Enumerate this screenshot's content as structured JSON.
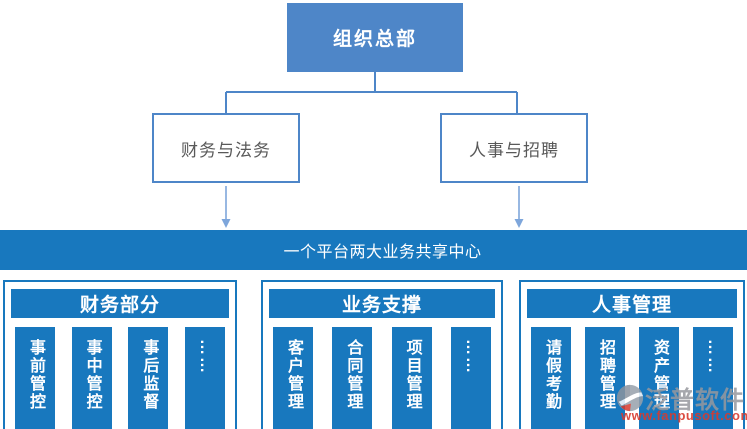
{
  "org_chart": {
    "root_label": "组织总部",
    "branches": [
      {
        "label": "财务与法务"
      },
      {
        "label": "人事与招聘"
      }
    ],
    "platform_band": {
      "label": "一个平台两大业务共享中心"
    },
    "groups": [
      {
        "title": "财务部分",
        "items": [
          "事前管控",
          "事中管控",
          "事后监督",
          "……"
        ]
      },
      {
        "title": "业务支撑",
        "items": [
          "客户管理",
          "合同管理",
          "项目管理",
          "……"
        ]
      },
      {
        "title": "人事管理",
        "items": [
          "请假考勤",
          "招聘管理",
          "资产管理",
          "……"
        ]
      }
    ],
    "colors": {
      "root_fill": "#4E86C8",
      "branch_border": "#4E86C8",
      "branch_text": "#595959",
      "band_fill": "#1878BE",
      "module_fill": "#1878BE",
      "tree_line": "#4E86C8",
      "down_arrow": "#7EA6DB",
      "band_arrow": "#C9DDEF"
    }
  },
  "watermark": {
    "brand": "泛普软件",
    "url": "www.fanpusoft.com"
  }
}
